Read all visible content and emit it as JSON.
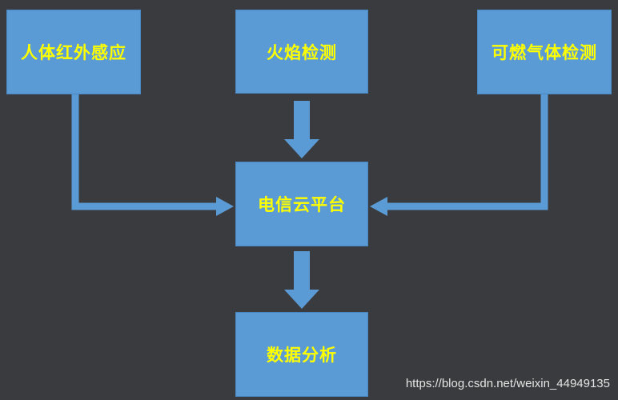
{
  "diagram": {
    "nodes": {
      "infrared": "人体红外感应",
      "flame": "火焰检测",
      "gas": "可燃气体检测",
      "cloud": "电信云平台",
      "data": "数据分析"
    },
    "edges": [
      {
        "from": "infrared",
        "to": "cloud"
      },
      {
        "from": "flame",
        "to": "cloud"
      },
      {
        "from": "gas",
        "to": "cloud"
      },
      {
        "from": "cloud",
        "to": "data"
      }
    ],
    "node_color": "#5b9bd5",
    "text_color": "#ffff00",
    "background_color": "#3a3b3e"
  },
  "watermark": "https://blog.csdn.net/weixin_44949135"
}
